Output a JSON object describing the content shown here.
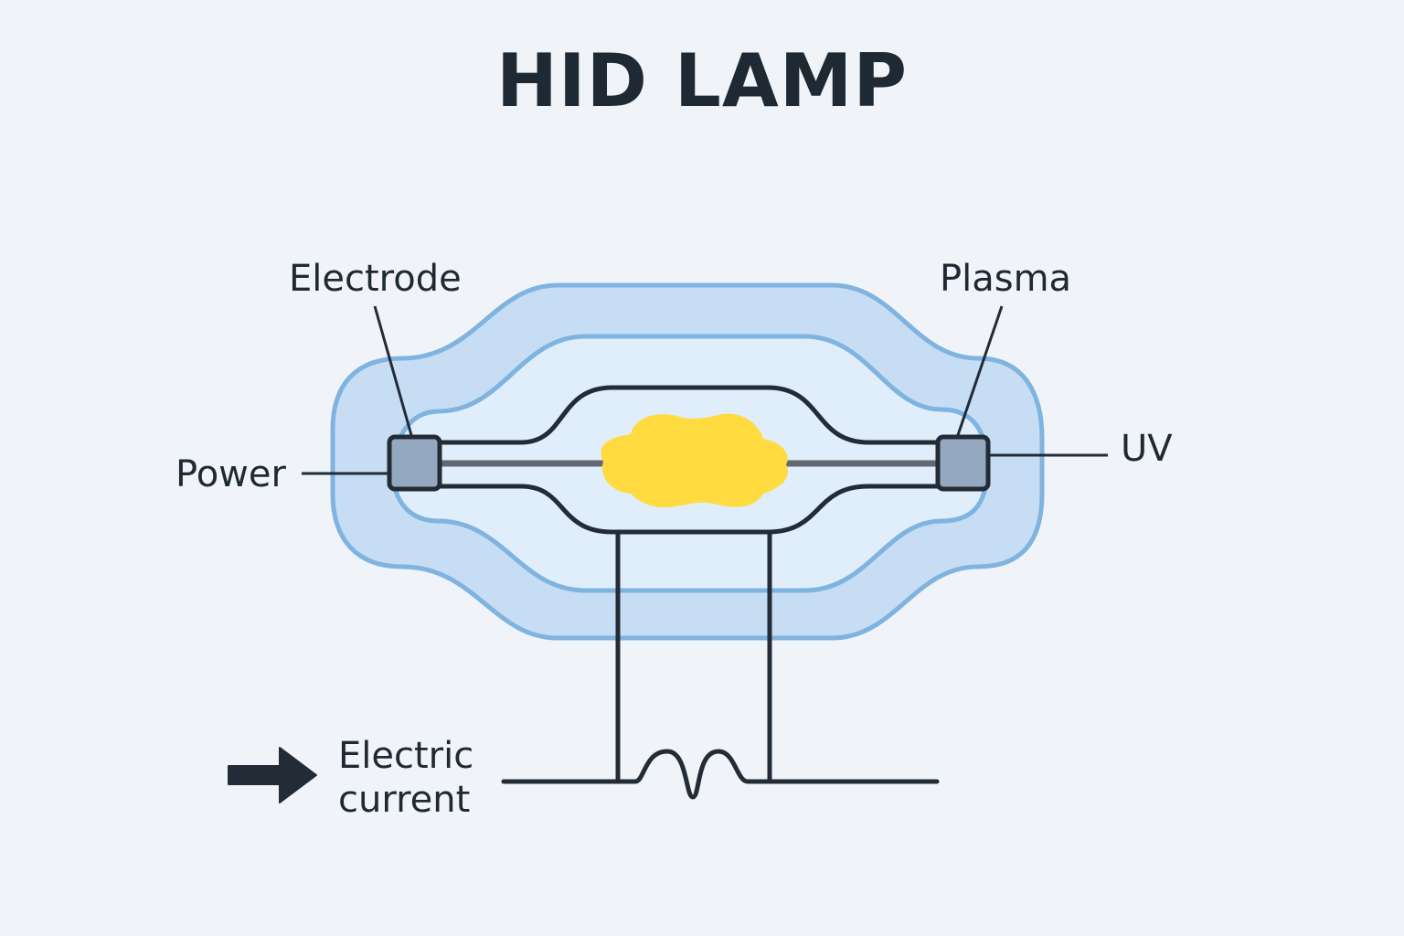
{
  "title": "HID LAMP",
  "labels": {
    "electrode": "Electrode",
    "plasma": "Plasma",
    "power": "Power",
    "uv": "UV",
    "electric_current_line1": "Electric",
    "electric_current_line2": "current"
  },
  "icons": {
    "arrow": "right-arrow-icon"
  },
  "colors": {
    "background": "#f0f4f8",
    "outer_glass_fill": "#c7ddf4",
    "glass_outline": "#7fb3e0",
    "inner_glass_fill": "#e0eefb",
    "arc_tube_stroke": "#222b36",
    "electrode_cap": "#94a8c0",
    "electrode_rod": "#646870",
    "plasma": "#ffdb3f",
    "text": "#1f2933"
  }
}
